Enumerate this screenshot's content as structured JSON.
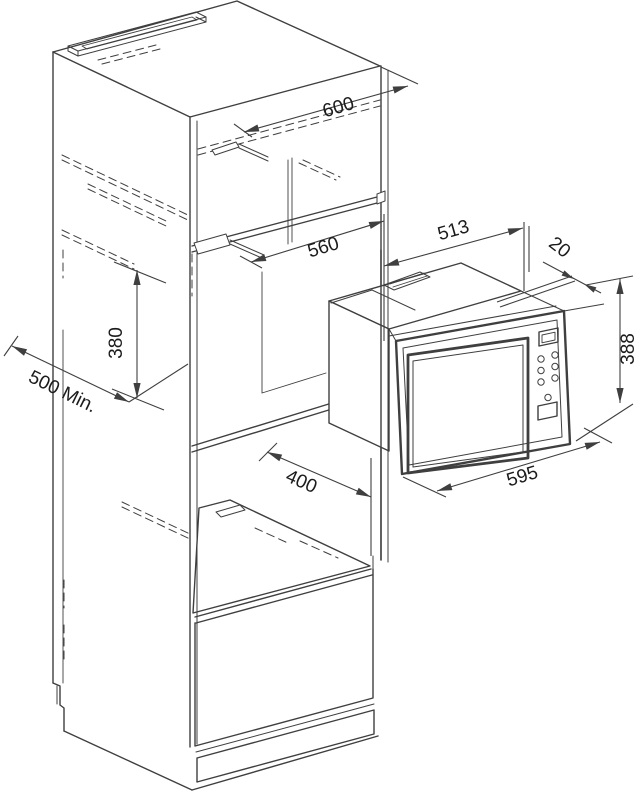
{
  "diagram": {
    "colors": {
      "stroke": "#3f3f3f",
      "text": "#1c1c1c",
      "background": "#ffffff"
    },
    "dimensions": {
      "cabinet_width": "600",
      "niche_width": "560",
      "body_width": "513",
      "frame_overlap": "20",
      "niche_height": "380",
      "cabinet_depth_min": "500 Min.",
      "lower_clearance_depth": "400",
      "frame_width": "595",
      "frame_height": "388"
    }
  }
}
